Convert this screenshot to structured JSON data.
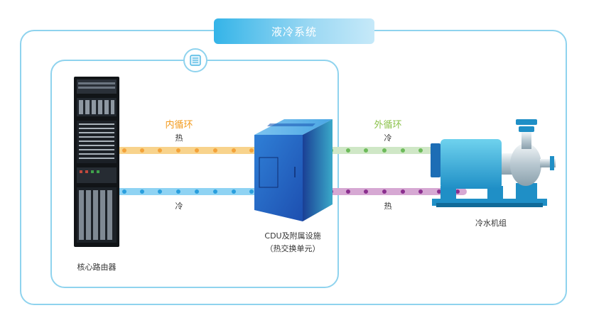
{
  "title": "液冷系统",
  "inner_loop": {
    "label": "内循环",
    "hot": "热",
    "cold": "冷"
  },
  "outer_loop": {
    "label": "外循环",
    "cold": "冷",
    "hot": "热"
  },
  "components": {
    "router": "核心路由器",
    "cdu_line1": "CDU及附属设施",
    "cdu_line2": "（热交换单元）",
    "chiller": "冷水机组"
  },
  "icons": [
    "server-rack-icon",
    "cdu-cabinet-icon",
    "chiller-unit-icon",
    "building-icon"
  ],
  "colors": {
    "frame": "#8fd3ee",
    "title_bg": "#34b4e8",
    "inner_label": "#f39a1b",
    "outer_label": "#8bc24a",
    "inner_hot_pipe": "#f8d38c",
    "inner_cold_pipe": "#8fd3f3",
    "outer_cold_pipe": "#cfe7c6",
    "outer_hot_pipe": "#d6a8d3"
  }
}
